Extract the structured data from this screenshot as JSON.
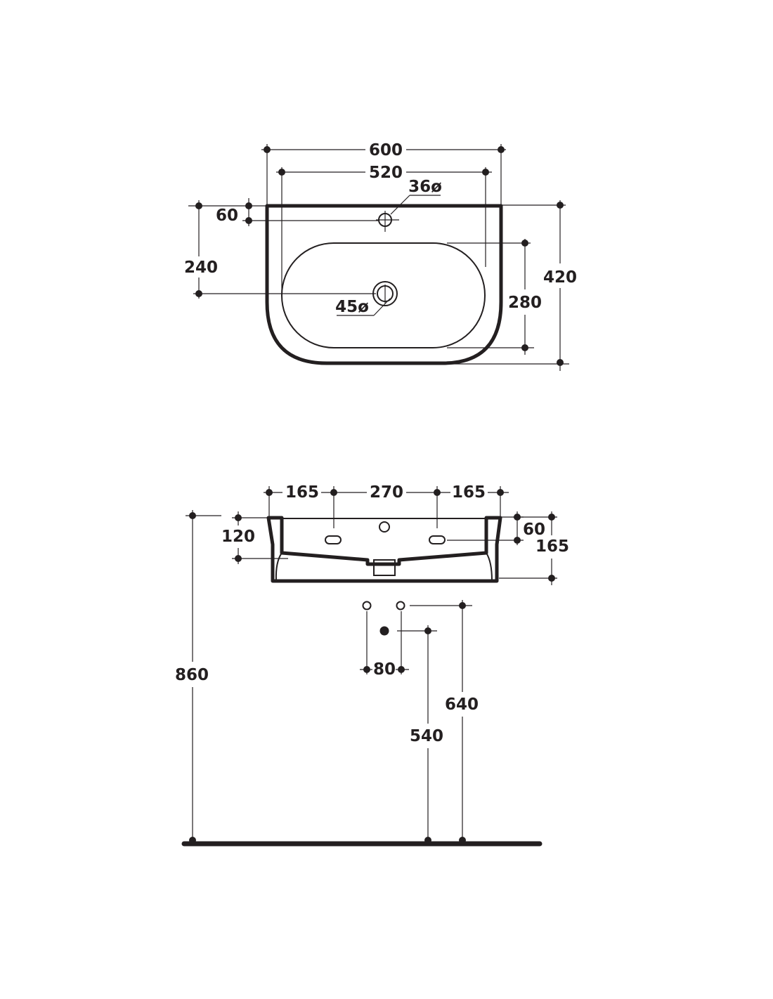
{
  "top_view": {
    "width_overall": "600",
    "width_fixing": "520",
    "tap_hole": "36ø",
    "tap_offset": "60",
    "waste_offset": "240",
    "waste_hole": "45ø",
    "bowl_depth": "280",
    "depth_overall": "420"
  },
  "front_view": {
    "left_seg": "165",
    "mid_seg": "270",
    "right_seg": "165",
    "fixing_drop": "120",
    "rim_to_fixing": "60",
    "height": "165",
    "rim_height": "860",
    "supply_spacing": "80",
    "waste_height": "540",
    "supply_height": "640"
  },
  "colors": {
    "ink": "#231f20",
    "background": "#ffffff"
  }
}
